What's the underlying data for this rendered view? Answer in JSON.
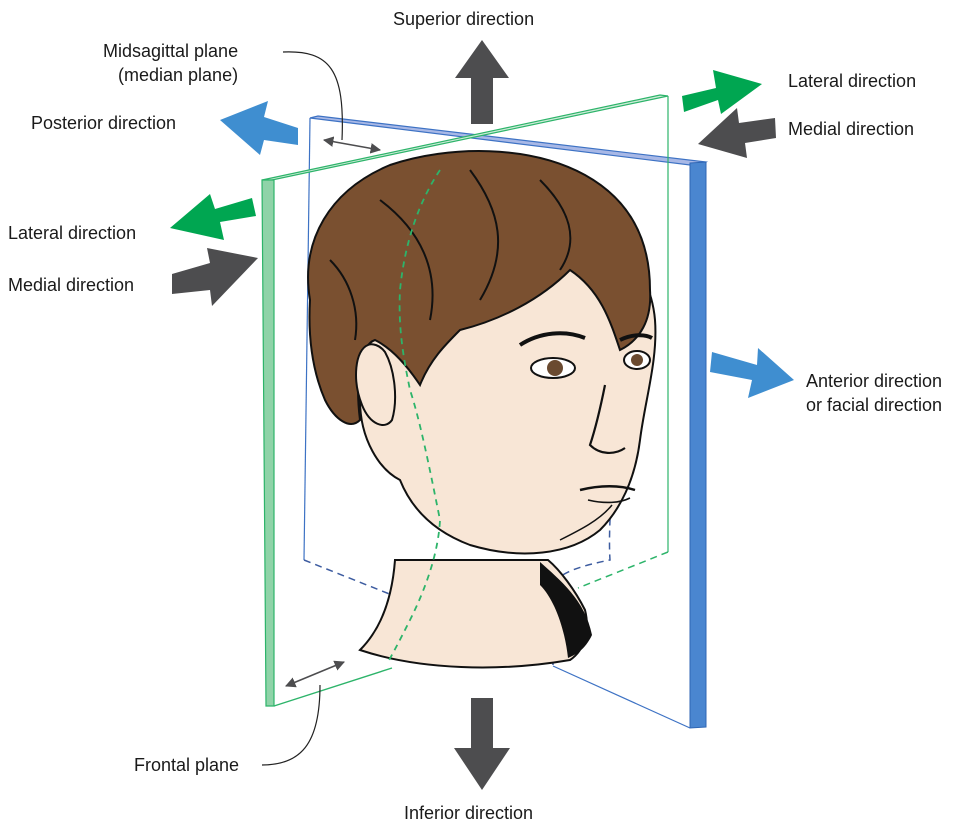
{
  "labels": {
    "superior": "Superior direction",
    "inferior": "Inferior direction",
    "midsagittal_line1": "Midsagittal plane",
    "midsagittal_line2": "(median plane)",
    "posterior": "Posterior direction",
    "lateral_right": "Lateral direction",
    "medial_right": "Medial direction",
    "lateral_left": "Lateral direction",
    "medial_left": "Medial direction",
    "anterior_line1": "Anterior direction",
    "anterior_line2": "or facial direction",
    "frontal_plane": "Frontal plane"
  },
  "colors": {
    "gray_arrow": "#4d4d4f",
    "green_arrow": "#00a651",
    "blue_arrow": "#3f8ed0",
    "frontal_plane_edge": "#2db46a",
    "frontal_plane_top": "#cdebd8",
    "frontal_plane_side": "#8fd3a8",
    "midsagittal_plane_edge": "#3d72c4",
    "midsagittal_plane_top": "#a8b8e6",
    "midsagittal_plane_side": "#4a86d0",
    "skin": "#f8e6d6",
    "hair": "#7a5030",
    "outline": "#111111"
  }
}
